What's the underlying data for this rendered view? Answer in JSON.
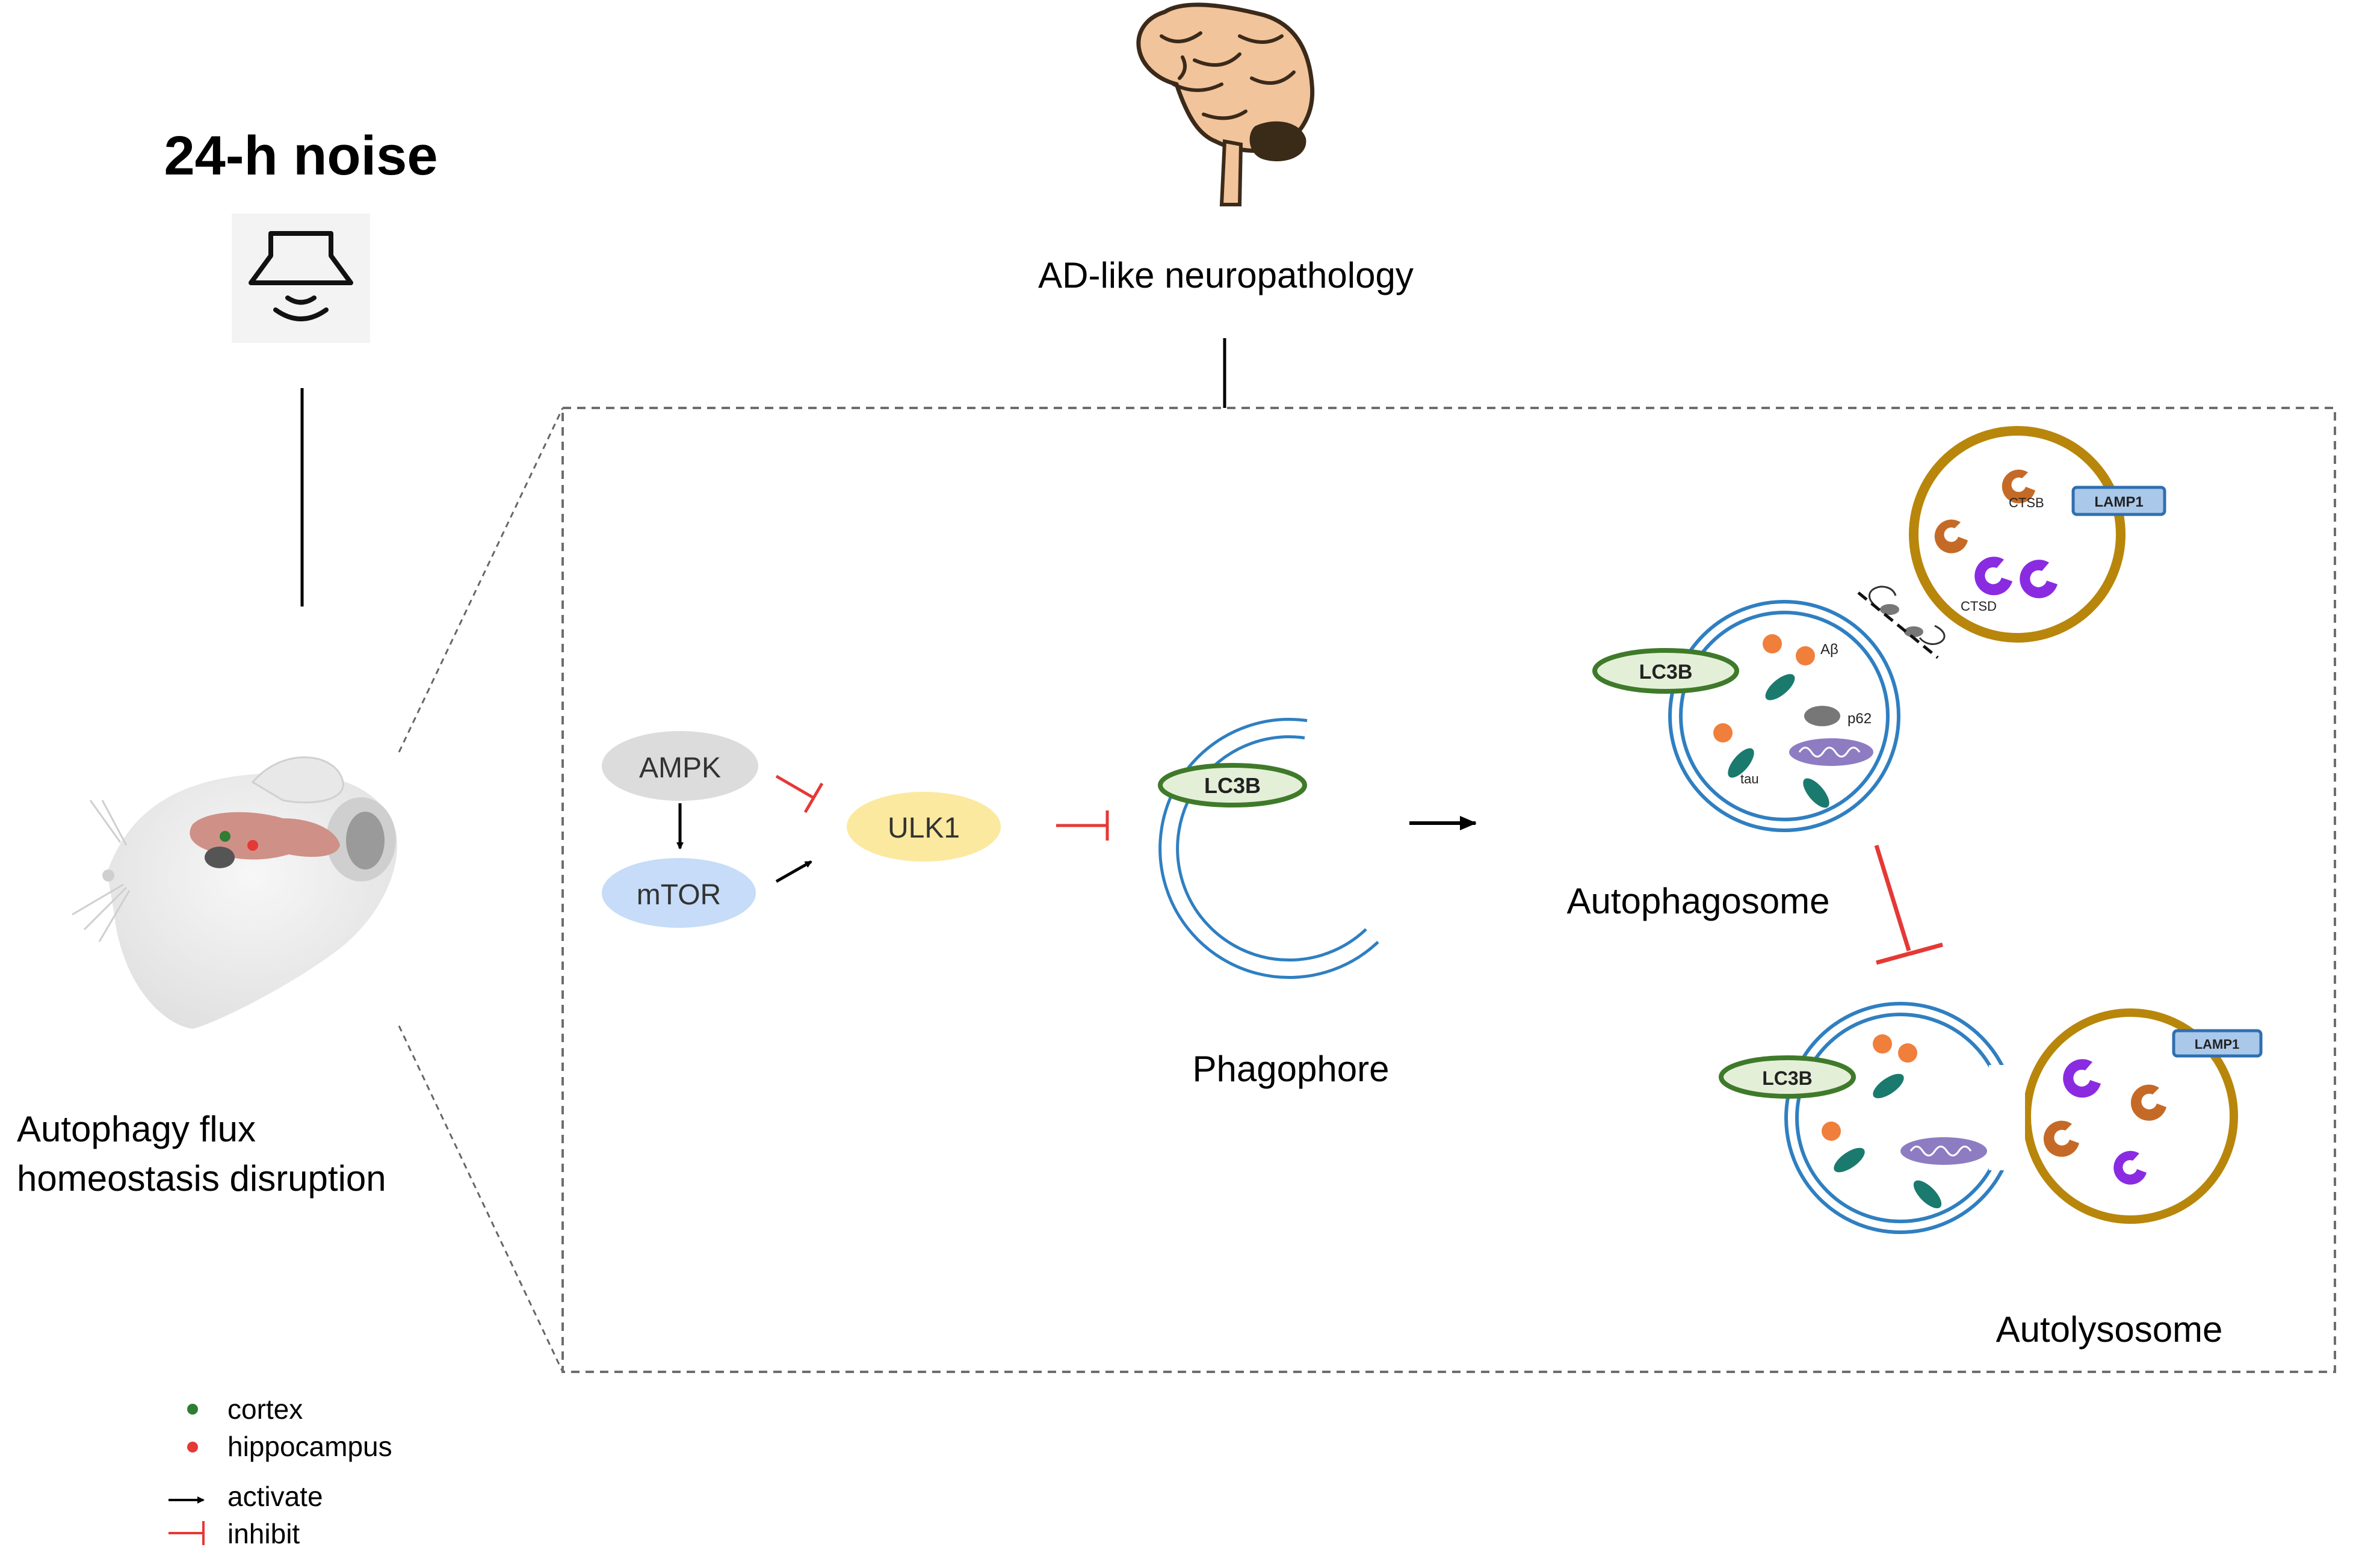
{
  "stimulus": {
    "title": "24-h noise",
    "icon": "speaker-icon"
  },
  "brain": {
    "label": "AD-like neuropathology",
    "icon": "brain-icon"
  },
  "mouse": {
    "icon": "mouse-icon",
    "caption": [
      "Autophagy flux",
      "homeostasis disruption"
    ]
  },
  "pathway": {
    "ampk": "AMPK",
    "mtor": "mTOR",
    "ulk1": "ULK1",
    "lc3b": "LC3B",
    "phagophore": "Phagophore",
    "autophagosome": "Autophagosome",
    "autolysosome": "Autolysosome",
    "abeta": "Aβ",
    "p62": "p62",
    "tau": "tau",
    "ctsb": "CTSB",
    "ctsd": "CTSD",
    "lamp1": "LAMP1"
  },
  "legend": {
    "cortex": "cortex",
    "hippocampus": "hippocampus",
    "activate": "activate",
    "inhibit": "inhibit"
  },
  "colors": {
    "cortex": "#2e7d32",
    "hippocampus": "#e53935",
    "inhibit": "#e53935",
    "ampk": "#dcdcdc",
    "mtor": "#c6dcf8",
    "ulk1": "#fbe9a0",
    "lc3b_fill": "#e4efd8",
    "lc3b_stroke": "#3f7a2a",
    "membrane": "#2f7fc1",
    "lysosome": "#b8860b",
    "abeta": "#f07f3c",
    "tau": "#1a7a6e",
    "ctsb": "#c56a26",
    "ctsd": "#8a2be2",
    "mito": "#8e7cc3",
    "lamp1": "#a9c8ea"
  }
}
